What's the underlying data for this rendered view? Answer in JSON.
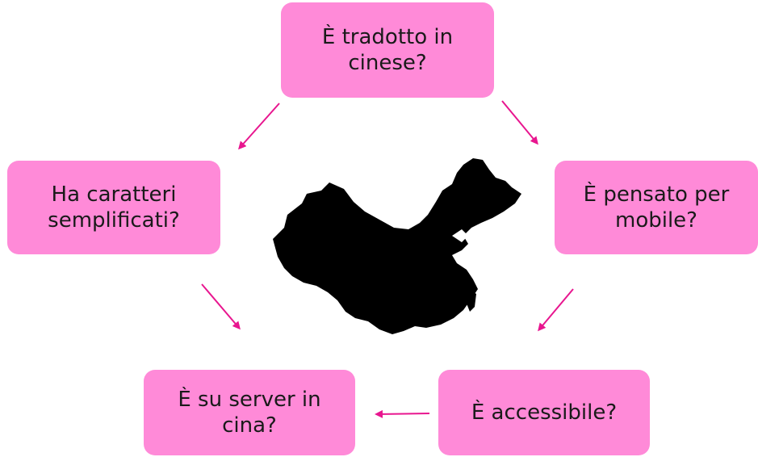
{
  "diagram": {
    "nodes": {
      "top": "È tradotto in cinese?",
      "left": "Ha caratteri semplificati?",
      "right": "È pensato per mobile?",
      "bottom_left": "È su server in cina?",
      "bottom_right": "È accessibile?"
    },
    "colors": {
      "box_fill": "#ff8ad8",
      "arrow": "#e8168f",
      "map": "#000000"
    },
    "center_image": "china-map-silhouette"
  }
}
